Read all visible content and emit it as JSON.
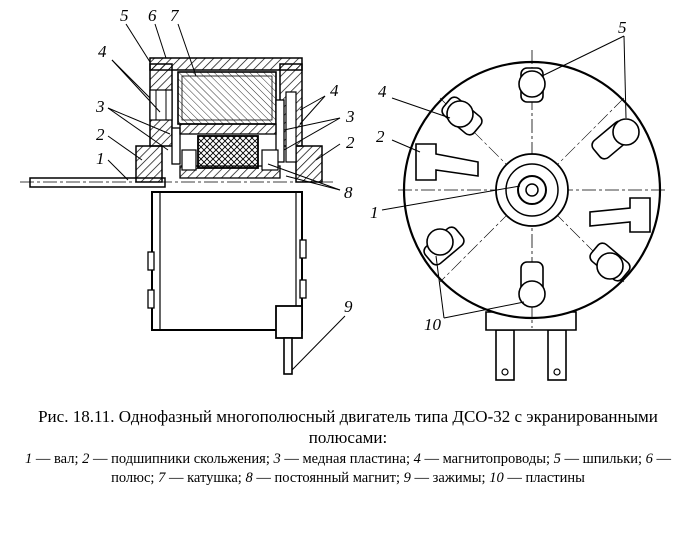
{
  "figure": {
    "caption_title": "Рис. 18.11. Однофазный многополюсный двигатель типа ДСО-32 с экранированными полюсами:",
    "legend": [
      {
        "num": "1",
        "text": "вал"
      },
      {
        "num": "2",
        "text": "подшипники скольжения"
      },
      {
        "num": "3",
        "text": "медная пластина"
      },
      {
        "num": "4",
        "text": "магнитопроводы"
      },
      {
        "num": "5",
        "text": "шпильки"
      },
      {
        "num": "6",
        "text": "полюс"
      },
      {
        "num": "7",
        "text": "катушка"
      },
      {
        "num": "8",
        "text": "постоянный магнит"
      },
      {
        "num": "9",
        "text": "зажимы"
      },
      {
        "num": "10",
        "text": "пластины"
      }
    ]
  },
  "callouts_left": [
    "5",
    "6",
    "7",
    "4",
    "4",
    "3",
    "3",
    "2",
    "2",
    "1",
    "8",
    "9"
  ],
  "callouts_right": [
    "5",
    "4",
    "2",
    "1",
    "10"
  ]
}
